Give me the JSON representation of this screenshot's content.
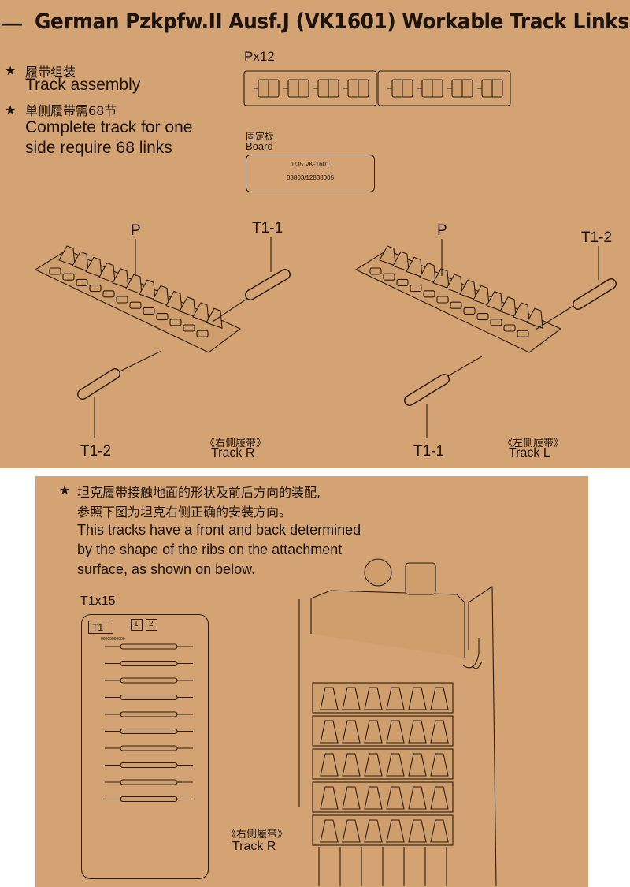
{
  "header": {
    "dash": "—",
    "title": "German Pzkpfw.II Ausf.J (VK1601) Workable Track Links"
  },
  "notes": {
    "star": "★",
    "n1_zh": "履带组装",
    "n1_en": "Track assembly",
    "n2_zh": "单侧履带需68节",
    "n2_en_line1": "Complete track for one",
    "n2_en_line2": "side require 68 links"
  },
  "sprue_p": {
    "label": "Px12"
  },
  "board": {
    "label_zh": "固定板",
    "label_en": "Board",
    "line1": "1/35  VK-1601",
    "line2": "83803/12838005"
  },
  "assembly_right": {
    "part_p": "P",
    "tool_top": "T1-1",
    "tool_bottom": "T1-2",
    "caption_zh": "《右侧履带》",
    "caption_en": "Track R"
  },
  "assembly_left": {
    "part_p": "P",
    "tool_top": "T1-2",
    "tool_bottom": "T1-1",
    "caption_zh": "《左侧履带》",
    "caption_en": "Track L"
  },
  "orientation_note": {
    "star": "★",
    "zh_line1": "坦克履带接触地面的形状及前后方向的装配,",
    "zh_line2": "参照下图为坦克右侧正确的安装方向。",
    "en_line1": "This tracks have a front and back determined",
    "en_line2": "by the shape of the ribs on the attachment",
    "en_line3": "surface, as shown on below."
  },
  "sprue_t": {
    "label": "T1x15",
    "tag_main": "T1",
    "tag_1": "1",
    "tag_2": "2",
    "tiny_code": "00000000000"
  },
  "hull_view": {
    "caption_zh": "《右侧履带》",
    "caption_en": "Track R"
  }
}
